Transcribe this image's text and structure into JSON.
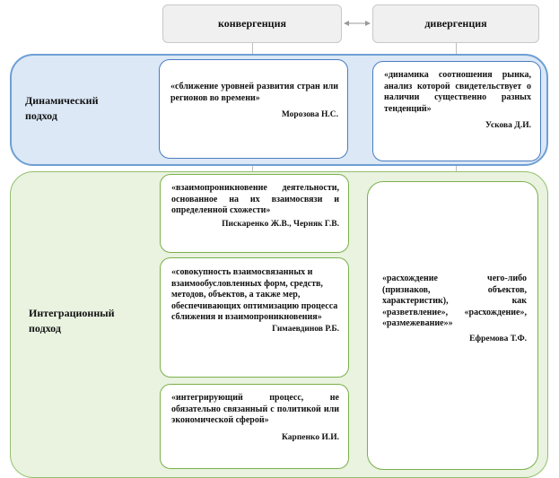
{
  "headers": {
    "convergence": "конвергенция",
    "divergence": "дивергенция"
  },
  "approaches": {
    "dynamic": "Динамический подход",
    "integration": "Интеграционный подход"
  },
  "cards": {
    "dyn_conv": {
      "quote": "«сближение уровней развития стран или регионов во времени»",
      "author": "Морозова Н.С."
    },
    "dyn_div": {
      "quote": "«динамика соотношения рынка, анализ которой свидетельствует о наличии существенно разных тенденций»",
      "author": "Ускова Д.И."
    },
    "int_conv_1": {
      "quote": "«взаимопроникновение деятельности, основанное на их взаимосвязи и определенной схожести»",
      "author": "Пискаренко Ж.В., Черняк Г.В."
    },
    "int_conv_2": {
      "quote": "«совокупность взаимосвязанных и взаимообусловленных форм, средств, методов, объектов, а также мер, обеспечивающих оптимизацию процесса сближения и взаимопроникновения»",
      "author": "Гимаевдинов Р.Б."
    },
    "int_conv_3": {
      "quote": "«интегрирующий процесс, не обязательно связанный с политикой или экономической сферой»",
      "author": "Карпенко И.И."
    },
    "int_div": {
      "quote": "«расхождение чего-либо (признаков, объектов, характеристик), как «разветвление», «расхождение», «размежевание»»",
      "author": "Ефремова Т.Ф."
    }
  },
  "colors": {
    "dynamic_band_fill": "#dce8f6",
    "dynamic_band_border": "#6e9fd4",
    "integration_band_fill": "#e9f3e0",
    "integration_band_border": "#93c06e",
    "header_fill": "#f0f0f0"
  }
}
